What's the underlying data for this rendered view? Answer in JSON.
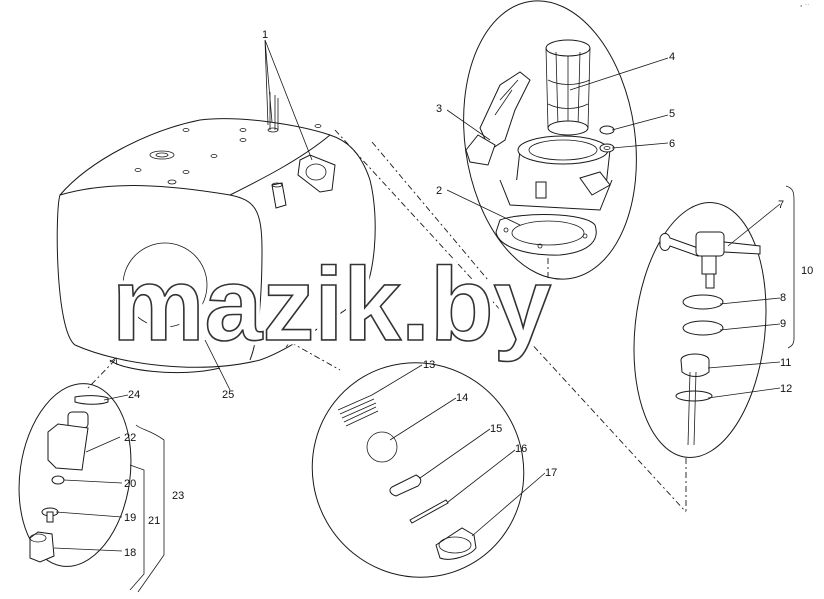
{
  "watermark": "mazik.by",
  "corner_mark": "ª ¯¯",
  "callouts": [
    "1",
    "2",
    "3",
    "4",
    "5",
    "6",
    "7",
    "8",
    "9",
    "10",
    "11",
    "12",
    "13",
    "14",
    "15",
    "16",
    "17",
    "18",
    "19",
    "20",
    "21",
    "22",
    "23",
    "24",
    "25"
  ],
  "colors": {
    "line": "#1a1a1a",
    "background": "#ffffff",
    "watermark_outline": "#333333"
  }
}
